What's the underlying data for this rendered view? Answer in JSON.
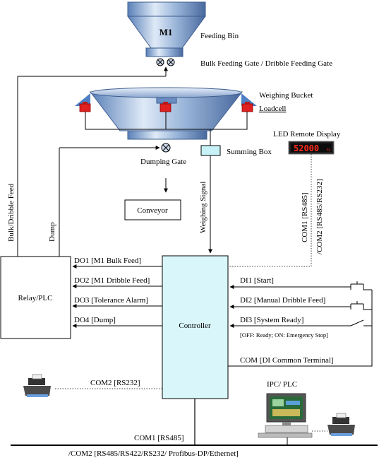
{
  "bin": {
    "id": "M1",
    "label": "Feeding Bin"
  },
  "gates": {
    "label": "Bulk Feeding Gate / Dribble Feeding Gate"
  },
  "bucket": {
    "label": "Weighing Bucket",
    "loadcell_label": "Loadcell"
  },
  "display": {
    "label": "LED Remote Display",
    "value": "52000",
    "unit": "kg"
  },
  "dumping_gate": {
    "label": "Dumping Gate"
  },
  "summing_box": {
    "label": "Summing Box"
  },
  "conveyor": {
    "label": "Conveyor"
  },
  "relay": {
    "label": "Relay/PLC"
  },
  "controller": {
    "label": "Controller"
  },
  "signals": {
    "bulk_dribble_feed": "Bulk/Dribble Feed",
    "dump": "Dump",
    "weighing_signal": "Weighing Signal",
    "com1_display": "COM1 [RS485]",
    "com2_display": "/COM2 [RS485/RS232]"
  },
  "outputs": [
    "DO1 [M1 Bulk Feed]",
    "DO2 [M1 Dribble Feed]",
    "DO3 [Tolerance Alarm]",
    "DO4 [Dump]"
  ],
  "inputs": [
    "DI1 [Start]",
    "DI2 [Manual Dribble Feed]",
    "DI3 [System Ready]"
  ],
  "di3_note": "[OFF: Ready; ON: Emergency Stop]",
  "com_terminal": "COM [DI Common Terminal]",
  "printer_com": "COM2 [RS232]",
  "ipc": {
    "label": "IPC/ PLC"
  },
  "bus": {
    "line1": "COM1 [RS485]",
    "line2": "/COM2 [RS485/RS422/RS232/ Profibus-DP/Ethernet]"
  },
  "colors": {
    "controller_fill": "#d9f7fa",
    "summing_box_fill": "#c6f2f7",
    "steel_light": "#b9cde6",
    "steel_dark": "#4f75b0",
    "loadcell_red": "#e02020",
    "display_red": "#ff2a1e"
  }
}
